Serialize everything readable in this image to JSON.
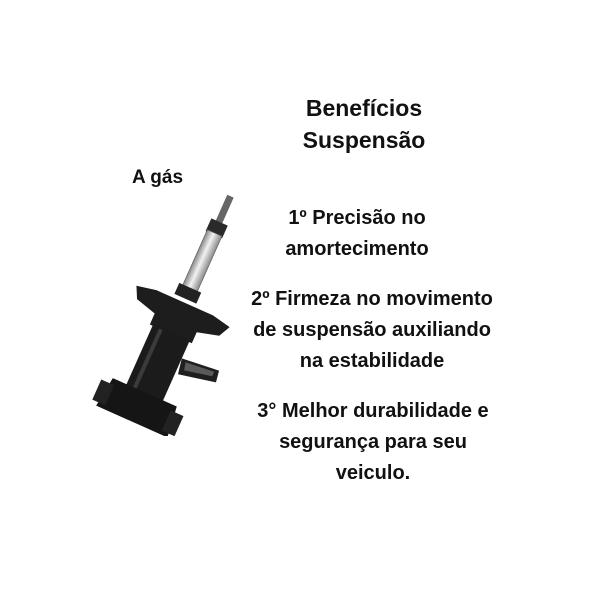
{
  "title": {
    "line1": "Benefícios",
    "line2": "Suspensão"
  },
  "label": "A gás",
  "benefits": [
    {
      "line1": "1º Precisão no",
      "line2": "amortecimento"
    },
    {
      "line1": "2º Firmeza no movimento",
      "line2": "de suspensão auxiliando",
      "line3": "na estabilidade"
    },
    {
      "line1": "3° Melhor durabilidade e",
      "line2": "segurança para seu",
      "line3": "veiculo."
    }
  ],
  "product_image": {
    "icon": "shock-absorber-icon",
    "color_body": "#1b1b1b",
    "color_rod": "#c9c9c9"
  }
}
